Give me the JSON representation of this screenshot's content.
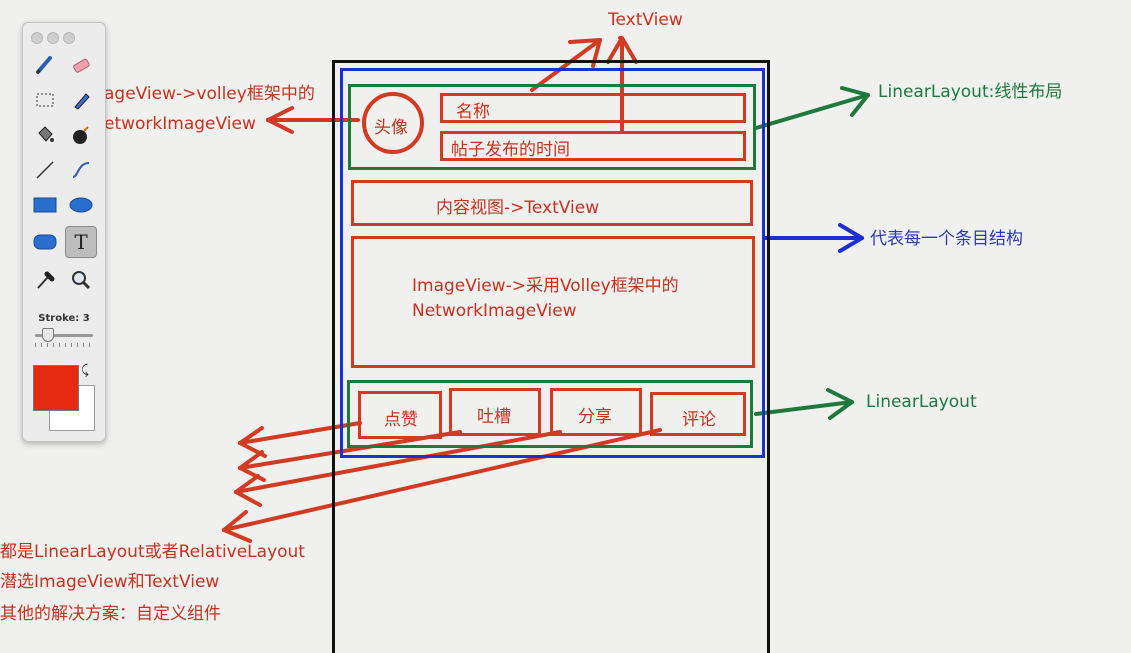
{
  "labels": {
    "textview_top": "TextView",
    "imageview_left_line1": "ageView->volley框架中的",
    "imageview_left_line2": "etworkImageView",
    "linearlayout_top": "LinearLayout:线性布局",
    "item_structure": "代表每一个条目结构",
    "linearlayout_bottom": "LinearLayout"
  },
  "phone": {
    "avatar": "头像",
    "name": "名称",
    "post_time": "帖子发布的时间",
    "content": "内容视图->TextView",
    "image_line1": "ImageView->采用Volley框架中的",
    "image_line2": "NetworkImageView",
    "actions": [
      "点赞",
      "吐槽",
      "分享",
      "评论"
    ]
  },
  "notes": [
    "都是LinearLayout或者RelativeLayout",
    "潜选ImageView和TextView",
    "其他的解决方案：自定义组件"
  ],
  "toolbox": {
    "stroke_label": "Stroke: 3",
    "stroke_value": 3,
    "tools": [
      "brush-icon",
      "eraser-icon",
      "marquee-icon",
      "pen-icon",
      "paint-bucket-icon",
      "bomb-icon",
      "line-icon",
      "curve-icon",
      "rectangle-icon",
      "ellipse-icon",
      "rounded-rect-icon",
      "text-icon",
      "eyedropper-icon",
      "magnifier-icon"
    ],
    "selected_tool": "text-icon",
    "foreground_color": "#e62a12",
    "background_color": "#ffffff"
  },
  "colors": {
    "red": "#d23a22",
    "green": "#1e7a3c",
    "blue": "#1c2fd0"
  }
}
